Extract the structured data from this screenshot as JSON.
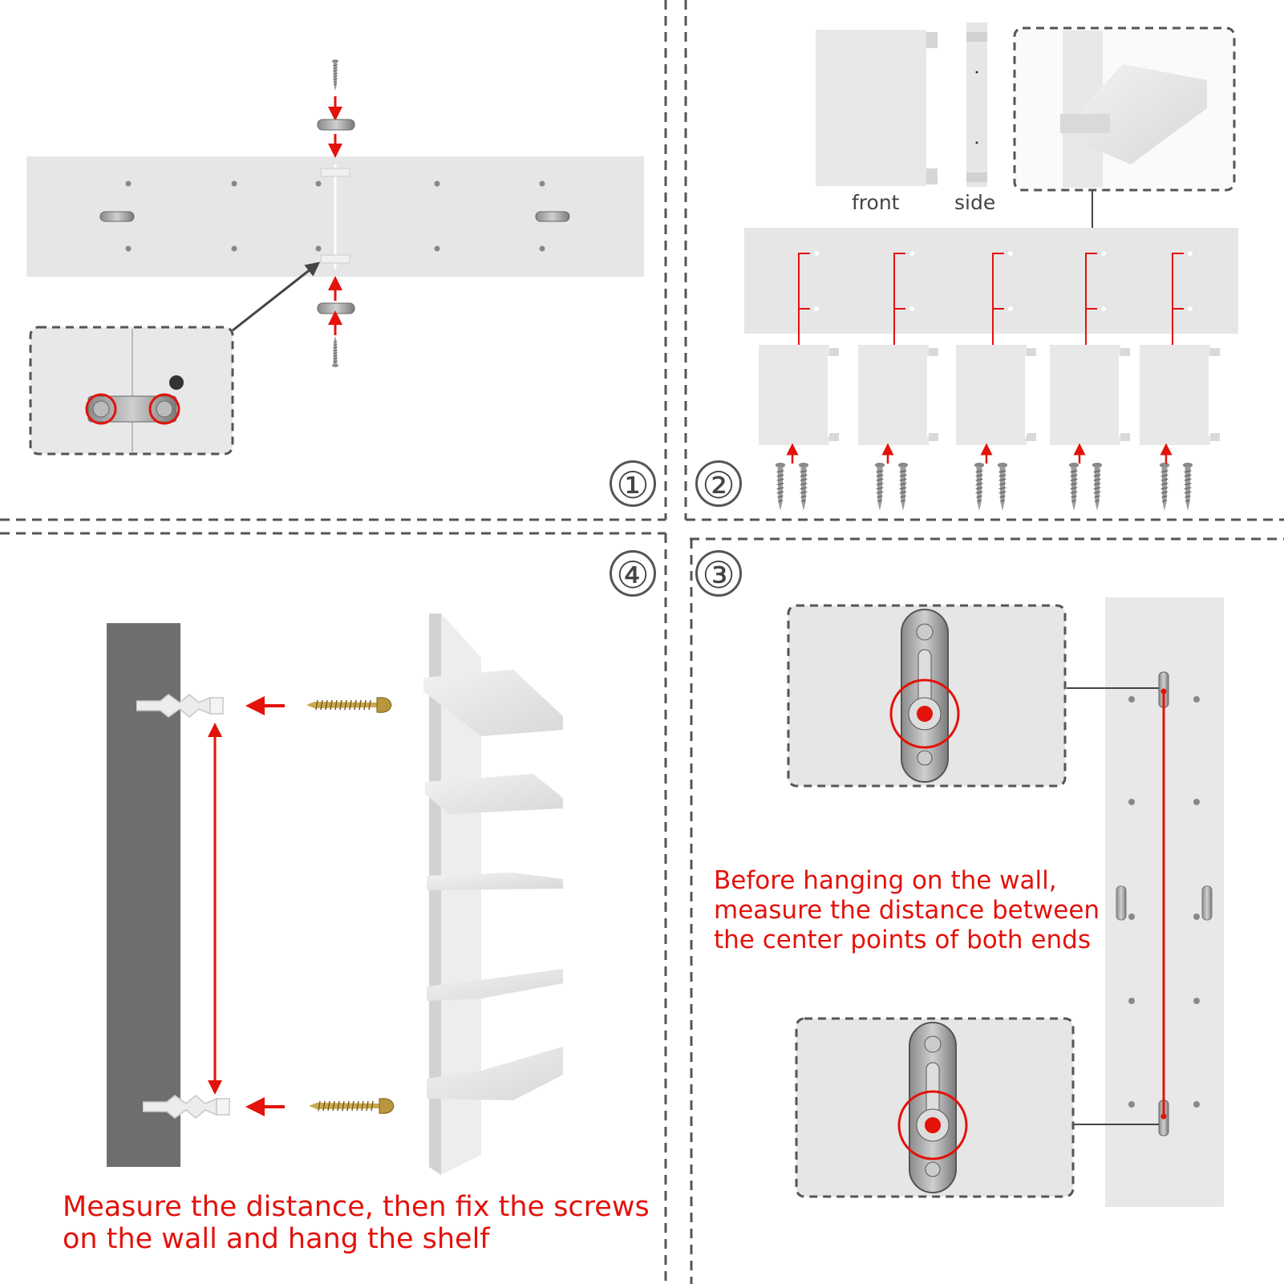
{
  "steps": [
    "①",
    "②",
    "③",
    "④"
  ],
  "step2": {
    "front_label": "front",
    "side_label": "side"
  },
  "step3": {
    "caption_lines": [
      "Before hanging on the wall,",
      "measure the distance between",
      "the center points of both ends"
    ]
  },
  "step4": {
    "caption_lines": [
      "Measure the distance, then fix the screws",
      "on the wall and hang the shelf"
    ]
  },
  "colors": {
    "accent_red": "#e3120b",
    "panel_grey": "#e6e6e6",
    "wall_grey": "#6e6e6e",
    "dash_grey": "#555555",
    "brass": "#b8963e"
  }
}
